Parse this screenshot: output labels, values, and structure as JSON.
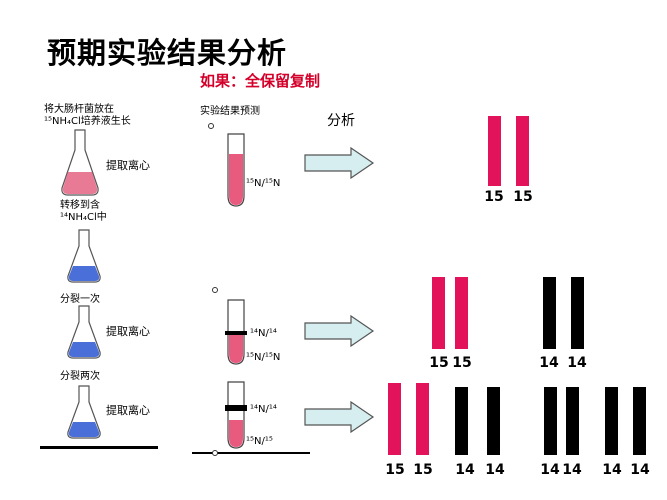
{
  "title": "预期实验结果分析",
  "subtitle": "如果：全保留复制",
  "left_labels": {
    "step1": "将大肠杆菌放在",
    "step1_medium": "¹⁵NH₄Cl培养液生长",
    "centrifuge1": "提取离心",
    "transfer": "转移到含",
    "transfer_medium": "¹⁴NH₄Cl中",
    "split1": "分裂一次",
    "centrifuge2": "提取离心",
    "split2": "分裂两次",
    "centrifuge3": "提取离心"
  },
  "prediction_heading": "实验结果预测",
  "analysis_heading": "分析",
  "tube_labels": {
    "tube1_band": "¹⁵N/¹⁵N",
    "tube2_band_top": "¹⁴N/¹⁴",
    "tube2_band_bottom": "¹⁵N/¹⁵N",
    "tube3_band_top": "¹⁴N/¹⁴",
    "tube3_band_bottom": "¹⁵N/¹⁵"
  },
  "row1_numbers": [
    "15",
    "15"
  ],
  "row2_numbers": [
    "15",
    "15",
    "14",
    "14"
  ],
  "row3_numbers": [
    "15",
    "15",
    "14",
    "14",
    "14",
    "14",
    "14",
    "14"
  ],
  "colors": {
    "heavy": "#e2135b",
    "light": "#000000",
    "title_red": "#d4002a",
    "flask_pink": "#e87a95",
    "flask_blue": "#4a6fd8",
    "arrow_fill": "#d6eef0"
  }
}
